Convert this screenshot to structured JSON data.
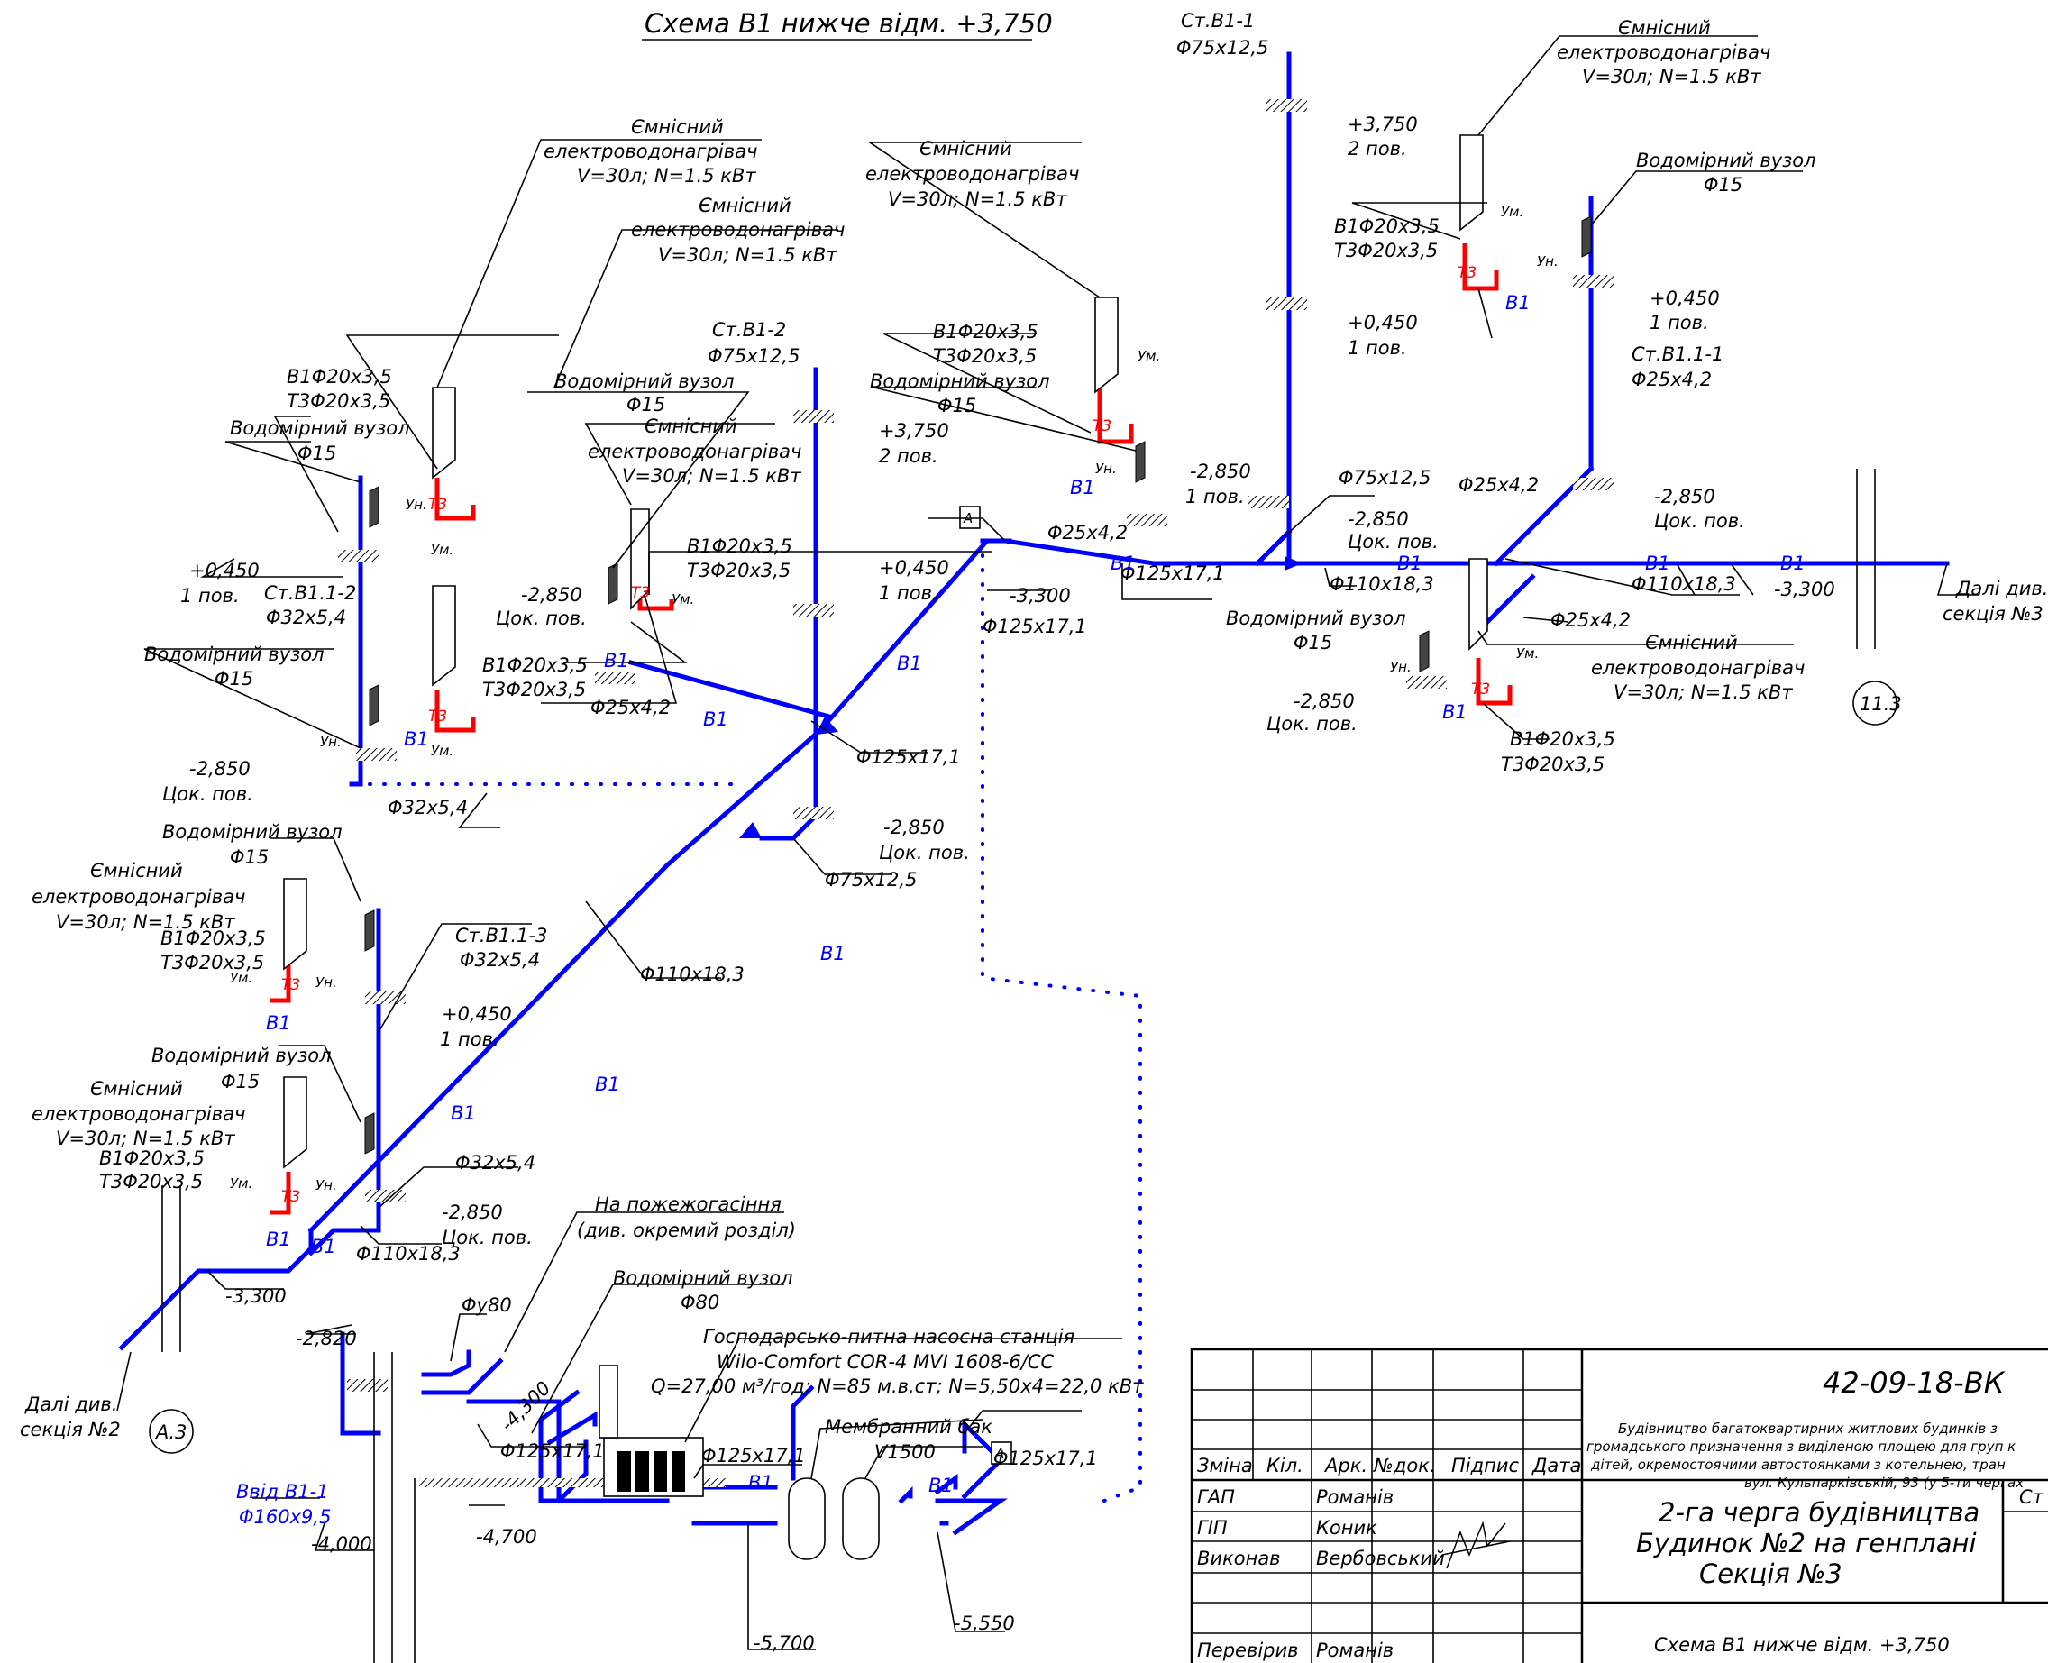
{
  "title": "Схема В1 нижче відм. +3,750",
  "labels": {
    "heater1": "Ємнісний",
    "heater2": "електроводонагрівач",
    "heater3": "V=30л; N=1.5 кВт",
    "meter": "Водомірний вузол",
    "d15": "Φ15",
    "b1": "В1Φ20x3,5",
    "t3": "Т3Φ20x3,5",
    "pipe_b1": "В1",
    "pipe_t3": "Т3",
    "um": "Ум.",
    "un": "Ун.",
    "floor1": "1 пов.",
    "floor2": "2 пов.",
    "cok": "Цок. пов.",
    "e0450": "+0,450",
    "e3750": "+3,750",
    "em2850": "-2,850",
    "em3300": "-3,300",
    "em2820": "-2,820",
    "em4300": "-4,300",
    "em4000": "-4,000",
    "em4700": "-4,700",
    "em5700": "-5,700",
    "em5550": "-5,550",
    "stB1_1": "Ст.В1-1",
    "stB1_2": "Ст.В1-2",
    "stB11_1": "Ст.В1.1-1",
    "stB11_2": "Ст.В1.1-2",
    "stB11_3": "Ст.В1.1-3",
    "d75": "Φ75x12,5",
    "d25": "Φ25x4,2",
    "d32": "Φ32x5,4",
    "d110": "Φ110x18,3",
    "d125": "Φ125x17,1",
    "dy80": "Φу80",
    "d80": "Φ80",
    "marker_a": "А",
    "further": "Далі див.",
    "sec3": "секція №3",
    "sec2": "секція №2",
    "circ_113": "11.3",
    "circ_a3": "А.3",
    "fire1": "На пожежогасіння",
    "fire2": "(див. окремий розділ)",
    "pump1": "Господарсько-питна насосна станція",
    "pump2": "Wilo-Comfort COR-4 MVI 1608-6/CC",
    "pump3": "Q=27,00 м³/год; N=85 м.в.ст; N=5,50x4=22,0 кВт",
    "tank1": "Мембранний бак",
    "tank2": "V1500",
    "inlet1": "Ввід В1-1",
    "inlet2": "Φ160x9,5"
  },
  "stamp": {
    "code": "42-09-18-ВК",
    "desc1": "Будівництво багатоквартирних житлових будинків з",
    "desc2": "громадського призначення з виділеною площею для груп к",
    "desc3": "дітей, окремостоячими автостоянками з котельнею, тран",
    "desc4": "вул. Кульпарківській, 93 (у 5-ти чергах",
    "h_zmina": "Зміна",
    "h_kil": "Кіл.",
    "h_ark": "Арк.",
    "h_ndok": "№док.",
    "h_pidpys": "Підпис",
    "h_data": "Дата",
    "r1_role": "ГАП",
    "r1_name": "Романів",
    "r2_role": "ГІП",
    "r2_name": "Коник",
    "r3_role": "Виконав",
    "r3_name": "Вербовський",
    "r4_role": "Перевірив",
    "r4_name": "Романів",
    "stage1": "2-га черга будівництва",
    "stage2": "Будинок №2 на генплані",
    "stage3": "Секція №3",
    "sheet": "Схема В1 нижче відм. +3,750",
    "st": "Ст"
  }
}
